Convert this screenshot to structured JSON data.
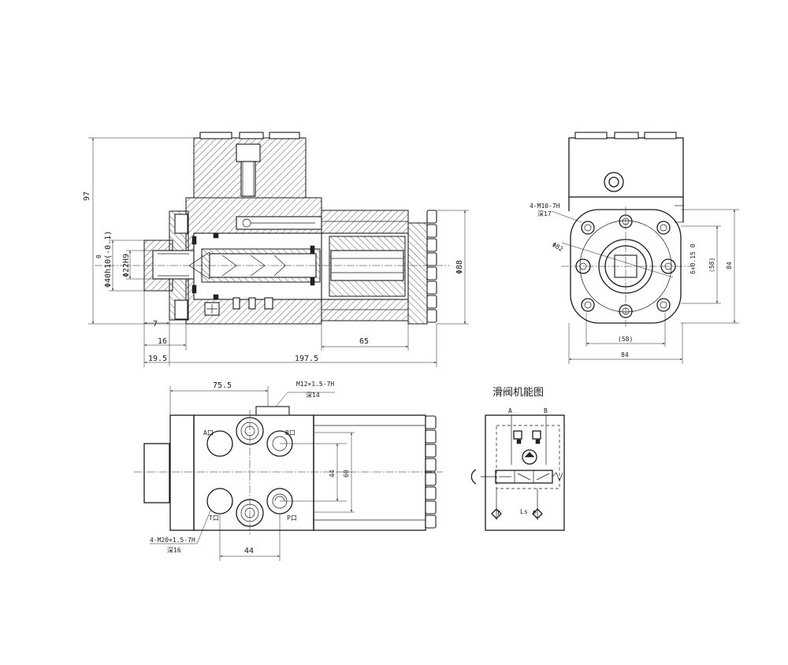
{
  "front_view": {
    "dims": {
      "height_97": "97",
      "dia_40": "Φ40h10(-0.1)",
      "dia_40_zero": "0",
      "dia_22": "Φ22H9",
      "dia_88": "Φ88",
      "len_7": "7",
      "len_16": "16",
      "len_19_5": "19.5",
      "len_197_5": "197.5",
      "len_65": "65"
    }
  },
  "side_view": {
    "dims": {
      "thread_note": "4-M10-7H",
      "thread_depth": "深17",
      "pcd_82": "Φ82",
      "tol": "6+0.15 0",
      "inner_58": "(58)",
      "outer_84": "84",
      "bottom_58": "(58)",
      "bottom_84": "84"
    }
  },
  "top_view": {
    "dims": {
      "len_75_5": "75.5",
      "port_thread": "M12×1.5-7H",
      "port_depth": "深14",
      "len_44_vert": "44",
      "len_60": "60",
      "len_44_horiz": "44",
      "main_thread": "4-M20×1.5-7H",
      "main_depth": "深16"
    },
    "ports": {
      "a": "A口",
      "b": "B口",
      "t": "T口",
      "p": "P口"
    }
  },
  "schematic": {
    "title": "滑阀机能图",
    "labels": {
      "a": "A",
      "b": "B",
      "t": "T",
      "p": "P",
      "ls": "Ls"
    }
  }
}
